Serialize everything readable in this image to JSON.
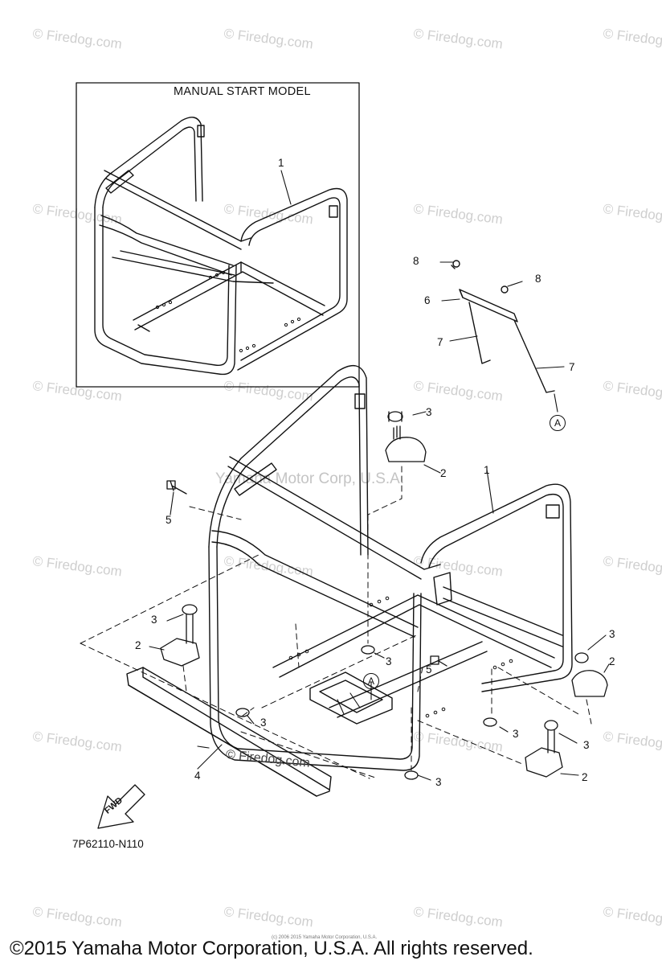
{
  "inset": {
    "title": "MANUAL START MODEL"
  },
  "callouts": {
    "c1_inset": "1",
    "c1_main": "1",
    "c2_top": "2",
    "c2_left": "2",
    "c2_right_upper": "2",
    "c2_right_lower": "2",
    "c3_top": "3",
    "c3_left": "3",
    "c3_center": "3",
    "c3_bottom_left": "3",
    "c3_right_top": "3",
    "c3_right_mid": "3",
    "c3_right_lower": "3",
    "c3_bottom": "3",
    "c4": "4",
    "c5_left": "5",
    "c5_center": "5",
    "c6": "6",
    "c7_left": "7",
    "c7_right": "7",
    "c8_left": "8",
    "c8_right": "8",
    "refA_top": "A",
    "refA_tray": "A"
  },
  "fwd_label": "FWD",
  "part_code": "7P62110-N110",
  "watermarks": {
    "center": "Yamaha Motor Corp, U.S.A.",
    "firedog": "© Firedog.com",
    "inline": "© Firedog.com"
  },
  "tiny_copyright": "(c) 2006 2015 Yamaha Motor Corporation, U.S.A.",
  "copyright": "©2015 Yamaha Motor Corporation, U.S.A. All rights reserved."
}
